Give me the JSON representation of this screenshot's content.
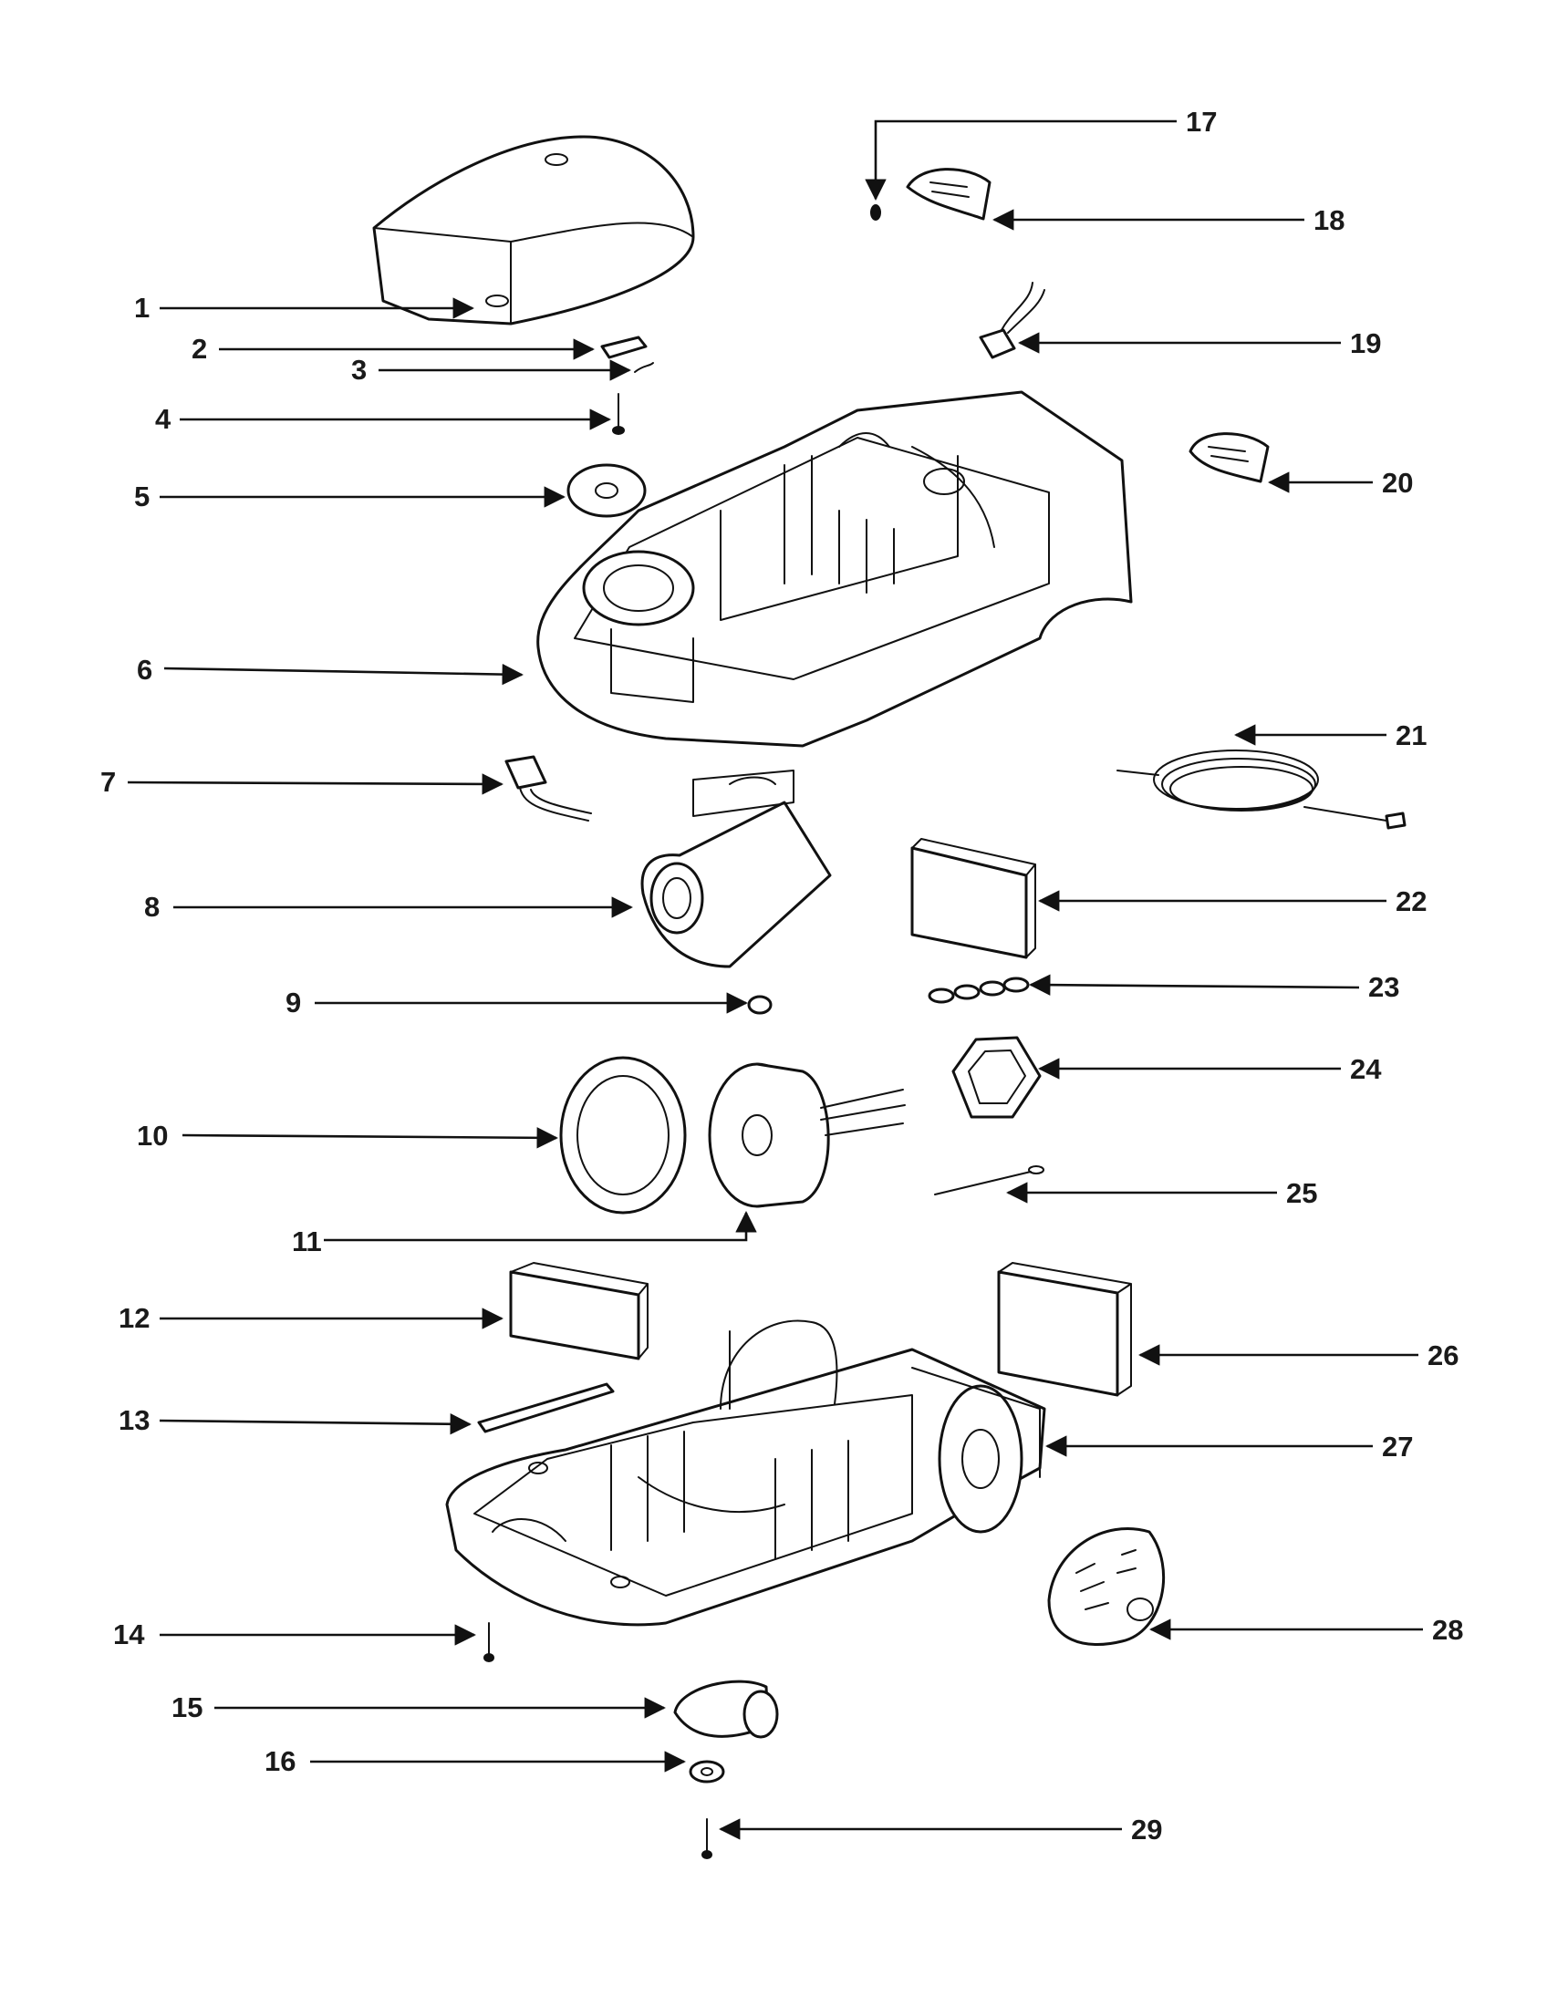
{
  "colors": {
    "ink": "#111111",
    "background": "#ffffff"
  },
  "callouts": [
    "1",
    "2",
    "3",
    "4",
    "5",
    "6",
    "7",
    "8",
    "9",
    "10",
    "11",
    "12",
    "13",
    "14",
    "15",
    "16",
    "17",
    "18",
    "19",
    "20",
    "21",
    "22",
    "23",
    "24",
    "25",
    "26",
    "27",
    "28",
    "29"
  ]
}
